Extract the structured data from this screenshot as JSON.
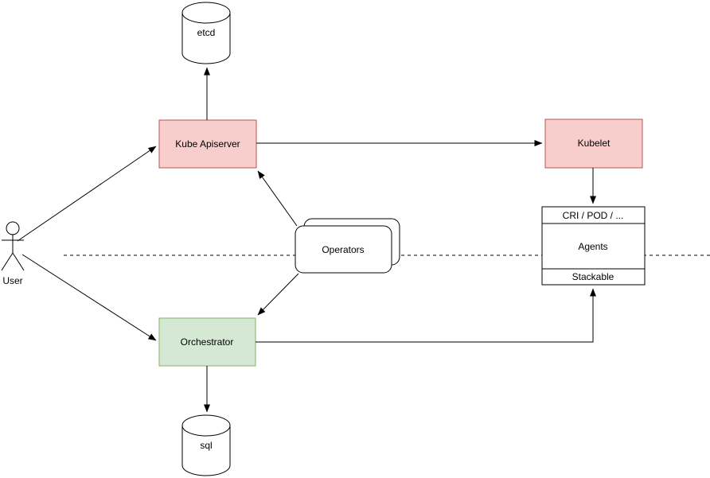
{
  "diagram": {
    "nodes": {
      "etcd": {
        "label": "etcd"
      },
      "kube_apiserver": {
        "label": "Kube Apiserver"
      },
      "kubelet": {
        "label": "Kubelet"
      },
      "agents_stack": {
        "rows": [
          "CRI / POD / ...",
          "Agents",
          "Stackable"
        ]
      },
      "operators": {
        "label": "Operators"
      },
      "orchestrator": {
        "label": "Orchestrator"
      },
      "sql": {
        "label": "sql"
      },
      "user": {
        "label": "User"
      }
    },
    "colors": {
      "red_fill": "#F8CECC",
      "red_stroke": "#B85450",
      "green_fill": "#D5E8D4",
      "green_stroke": "#82B366",
      "line": "#000000",
      "background": "#FFFFFF"
    }
  }
}
